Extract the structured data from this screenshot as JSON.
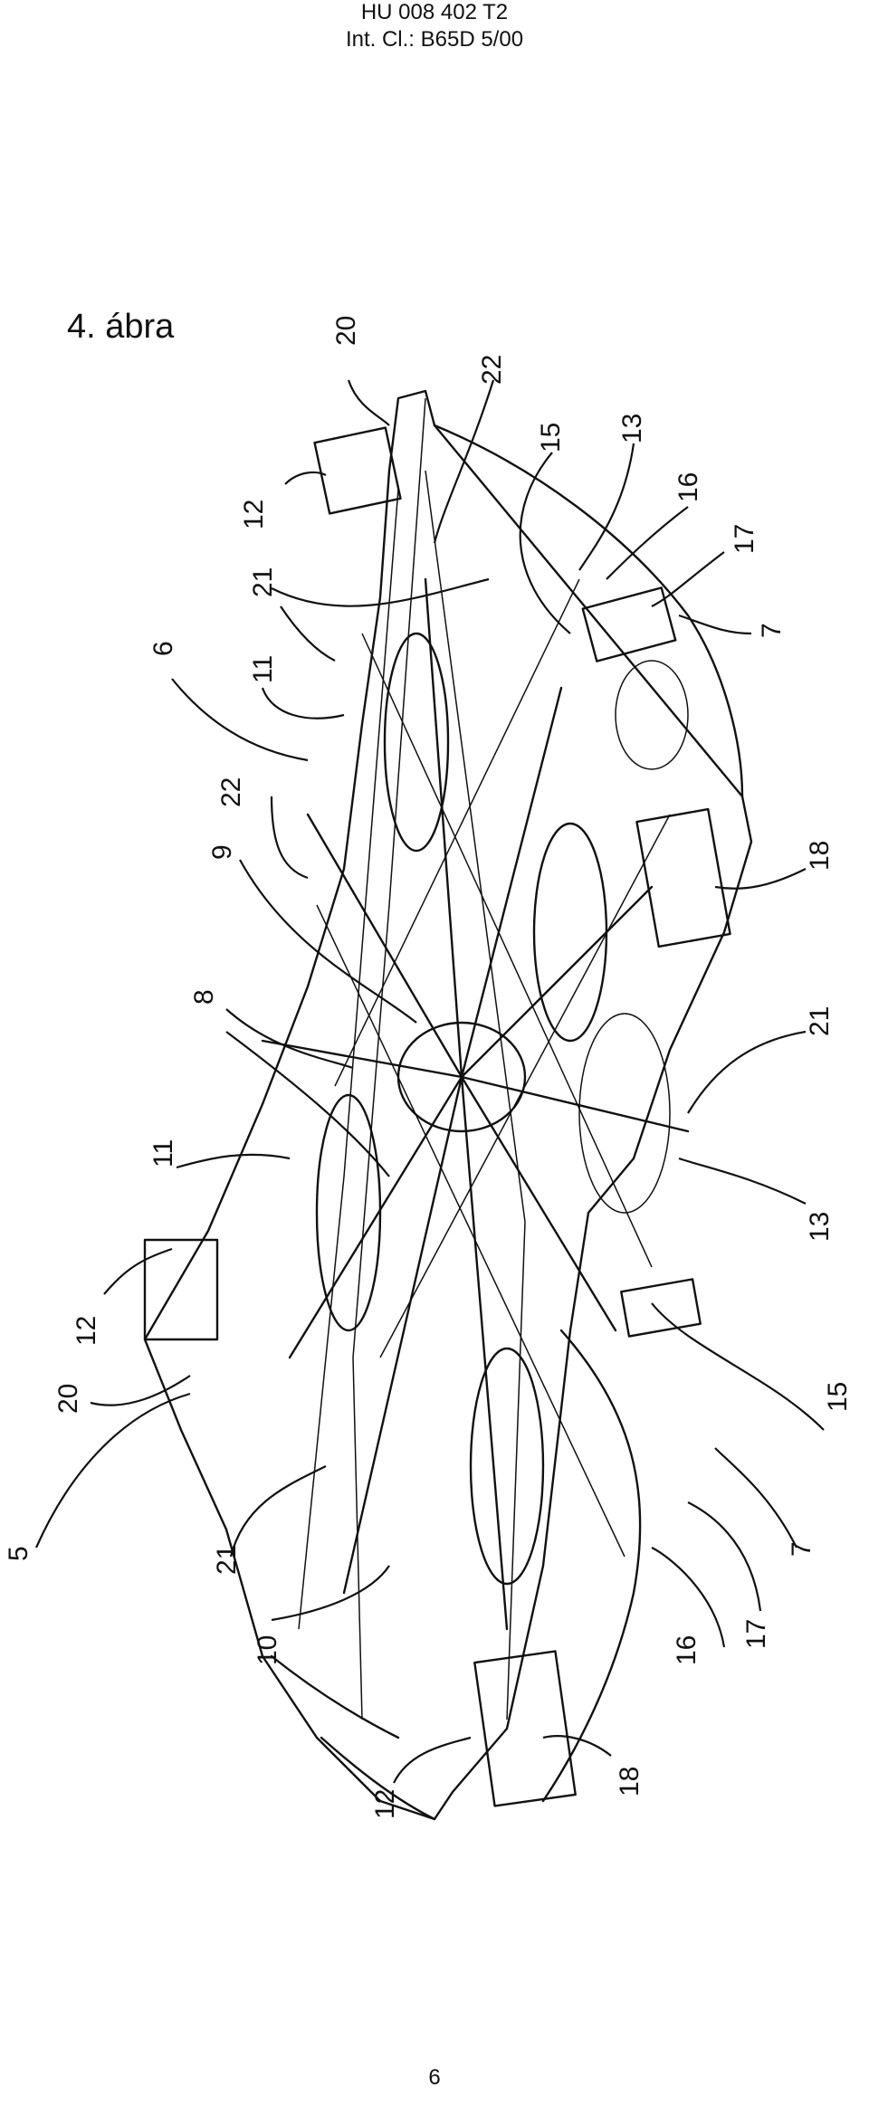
{
  "header": {
    "patent_number": "HU 008 402 T2",
    "classification": "Int. Cl.: B65D 5/00"
  },
  "figure": {
    "title": "4. ábra",
    "reference_numerals": {
      "r20a": "20",
      "r22a": "22",
      "r15a": "15",
      "r13a": "13",
      "r16a": "16",
      "r17a": "17",
      "r7a": "7",
      "r12a": "12",
      "r21a": "21",
      "r6": "6",
      "r11a": "11",
      "r22b": "22",
      "r9": "9",
      "r8": "8",
      "r18a": "18",
      "r21b": "21",
      "r11b": "11",
      "r13b": "13",
      "r12b": "12",
      "r20b": "20",
      "r5": "5",
      "r15b": "15",
      "r21c": "21",
      "r7b": "7",
      "r17b": "17",
      "r16b": "16",
      "r10": "10",
      "r12c": "12",
      "r18b": "18"
    }
  },
  "footer": {
    "page_number": "6"
  }
}
